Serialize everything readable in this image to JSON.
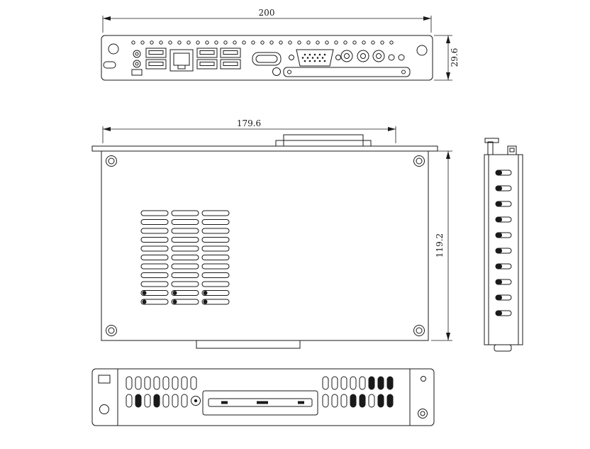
{
  "drawing": {
    "background": "#ffffff",
    "line_color": "#1a1a1a",
    "dimensions": {
      "overall_width": "200",
      "front_height": "29.6",
      "body_width": "179.6",
      "body_depth": "119.2"
    }
  }
}
